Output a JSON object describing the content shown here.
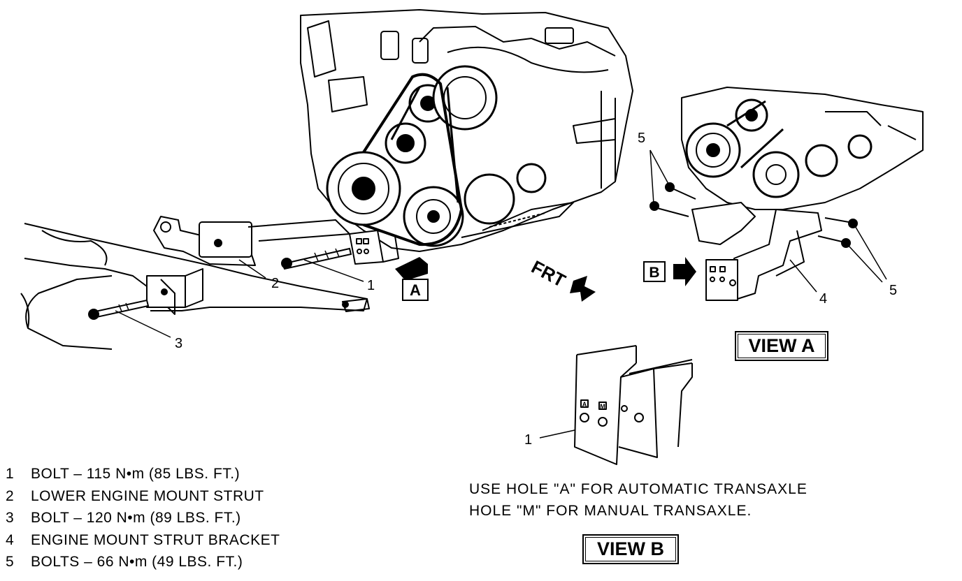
{
  "callouts": {
    "c1_main": "1",
    "c2": "2",
    "c3": "3",
    "c4": "4",
    "c5_left": "5",
    "c5_right": "5",
    "c1_viewb": "1"
  },
  "direction_box_a": "A",
  "direction_box_b": "B",
  "front_label": "FRT",
  "view_a_title": "VIEW A",
  "view_b_title": "VIEW B",
  "bracket_hole_a": "A",
  "bracket_hole_m": "M",
  "legend": [
    {
      "num": "1",
      "text": "BOLT – 115 N•m (85 LBS. FT.)"
    },
    {
      "num": "2",
      "text": "LOWER ENGINE MOUNT STRUT"
    },
    {
      "num": "3",
      "text": "BOLT – 120 N•m (89 LBS. FT.)"
    },
    {
      "num": "4",
      "text": "ENGINE MOUNT STRUT BRACKET"
    },
    {
      "num": "5",
      "text": "BOLTS – 66 N•m (49 LBS. FT.)"
    }
  ],
  "note": {
    "line1": "USE HOLE \"A\" FOR AUTOMATIC TRANSAXLE",
    "line2": "HOLE \"M\" FOR MANUAL TRANSAXLE."
  }
}
